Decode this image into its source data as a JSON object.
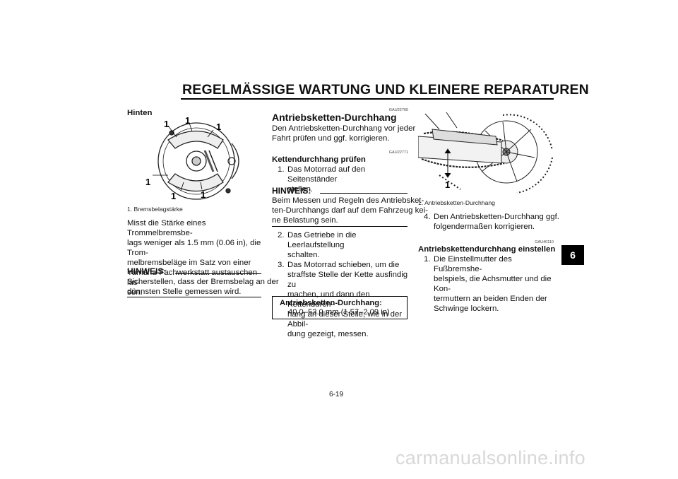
{
  "header": {
    "title": "REGELMÄSSIGE WARTUNG UND KLEINERE REPARATUREN",
    "tab": "6"
  },
  "col1": {
    "heading": "Hinten",
    "figure_labels": [
      "1",
      "1",
      "1",
      "1",
      "1",
      "1"
    ],
    "caption": "1. Bremsbelagstärke",
    "para": [
      "Misst die Stärke eines Trommelbremsbe-",
      "lags weniger als 1.5 mm (0.06 in), die Trom-",
      "melbremsbeläge im Satz von einer",
      "Yamaha-Fachwerkstatt austauschen las-",
      "sen."
    ],
    "note_title": "HINWEIS:",
    "note_text": [
      "Sicherstellen, dass der Bremsbelag an der",
      "dünnsten Stelle gemessen wird."
    ]
  },
  "col2": {
    "code1": "GAU22760",
    "heading": "Antriebsketten-Durchhang",
    "intro": [
      "Den Antriebsketten-Durchhang vor jeder",
      "Fahrt prüfen und ggf. korrigieren."
    ],
    "code2": "GAU22771",
    "subheading": "Kettendurchhang prüfen",
    "step1_num": "1.",
    "step1": [
      "Das Motorrad auf den Seitenständer",
      "stellen."
    ],
    "note_title": "HINWEIS:",
    "note_text": [
      "Beim Messen und Regeln des Antriebsket-",
      "ten-Durchhangs darf auf dem Fahrzeug kei-",
      "ne Belastung sein."
    ],
    "step2_num": "2.",
    "step2": [
      "Das Getriebe in die Leerlaufstellung",
      "schalten."
    ],
    "step3_num": "3.",
    "step3": [
      "Das Motorrad schieben, um die",
      "straffste Stelle der Kette ausfindig zu",
      "machen, und dann den Kettendurch-",
      "hang an dieser Stelle, wie in der Abbil-",
      "dung gezeigt, messen."
    ],
    "spec_title": "Antriebsketten-Durchhang:",
    "spec_value": "40.0–53.0 mm (1.57–2.09 in)"
  },
  "col3": {
    "figure_label": "1",
    "caption": "1. Antriebsketten-Durchhang",
    "step4_num": "4.",
    "step4": [
      "Den Antriebsketten-Durchhang ggf.",
      "folgendermaßen korrigieren."
    ],
    "code": "GAU40110",
    "subheading": "Antriebskettendurchhang einstellen",
    "step1_num": "1.",
    "step1": [
      "Die Einstellmutter des Fußbremshe-",
      "belspiels, die Achsmutter und die Kon-",
      "termuttern an beiden Enden der",
      "Schwinge lockern."
    ]
  },
  "footer": {
    "page": "6-19"
  },
  "watermark": "carmanualsonline.info"
}
